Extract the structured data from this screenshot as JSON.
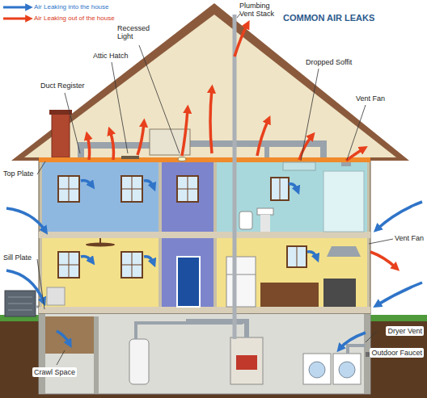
{
  "diagram": {
    "title": "COMMON AIR LEAKS",
    "labels": [
      "Plumbing Vent Stack",
      "Recessed Light",
      "Attic Hatch",
      "Duct Register",
      "Dropped Soffit",
      "Vent Fan",
      "Top Plate",
      "Vent Fan",
      "Sill Plate",
      "Dryer Vent",
      "Outdoor Faucet",
      "Crawl Space"
    ],
    "legend": [
      {
        "text": "Air Leaking into the house"
      },
      {
        "text": "Air Leaking out of the house"
      }
    ]
  }
}
